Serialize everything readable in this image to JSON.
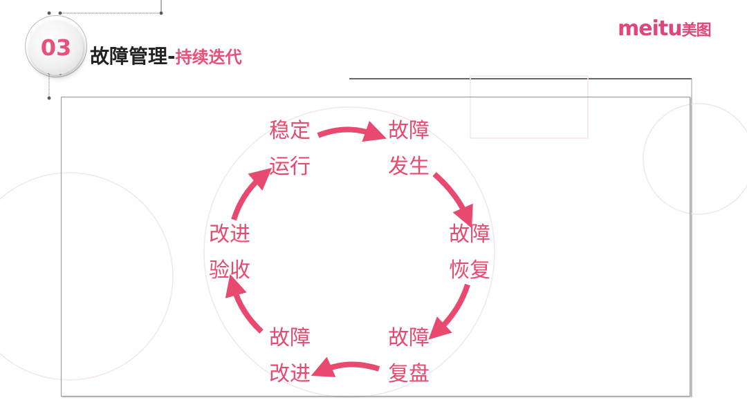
{
  "header": {
    "number": "03",
    "title": "故障管理",
    "separator": "-",
    "subtitle": "持续迭代"
  },
  "logo": {
    "latin": "meitu",
    "chinese": "美图"
  },
  "cycle": {
    "accent": "#e84a6f",
    "nodes": [
      {
        "line1": "稳定",
        "line2": "运行"
      },
      {
        "line1": "故障",
        "line2": "发生"
      },
      {
        "line1": "故障",
        "line2": "恢复"
      },
      {
        "line1": "故障",
        "line2": "复盘"
      },
      {
        "line1": "故障",
        "line2": "改进"
      },
      {
        "line1": "改进",
        "line2": "验收"
      }
    ]
  }
}
